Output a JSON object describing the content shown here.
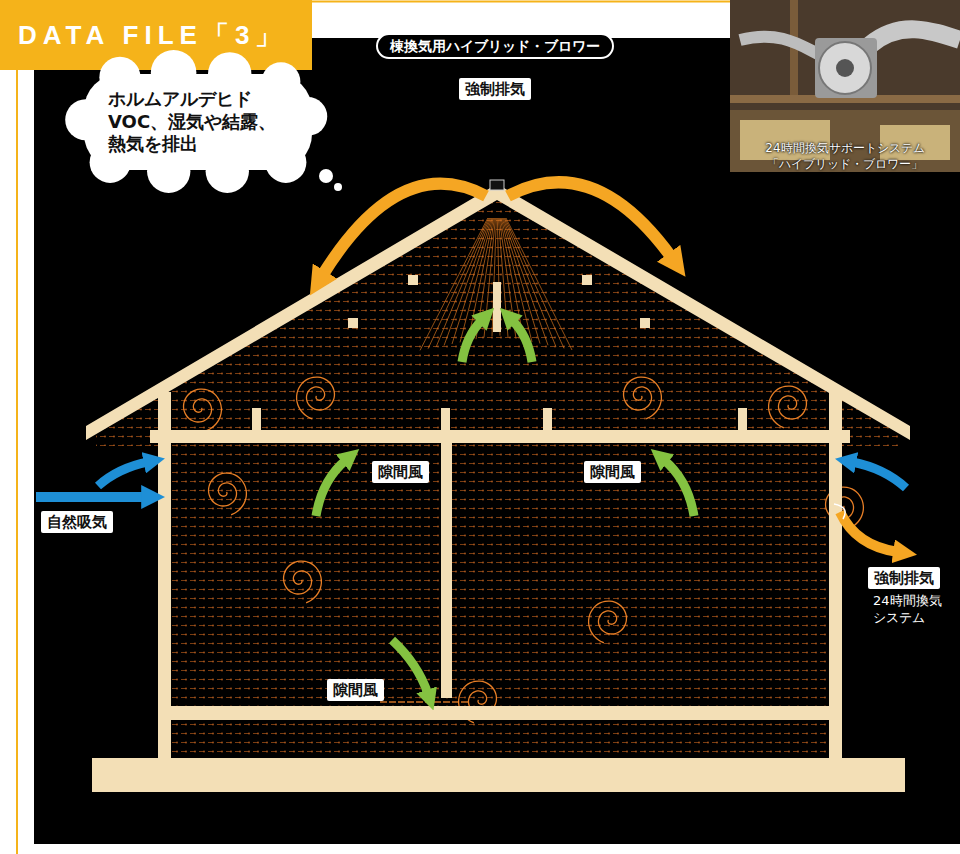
{
  "diagram": {
    "title": "DATA FILE「3」",
    "nodes": [
      {
        "text": [
          "ホルムアルデヒド VOC、湿気や結露、 熱気を排出"
        ]
      },
      {
        "text": [
          "棟換気用ハイブリッド・ブロワー"
        ]
      },
      {
        "text": [
          "強制排気"
        ]
      },
      {
        "text": [
          "隙間風"
        ]
      },
      {
        "text": [
          "隙間風"
        ]
      },
      {
        "text": [
          "自然吸気"
        ]
      },
      {
        "text": [
          "強制排気"
        ]
      },
      {
        "text": [
          "隙間風"
        ]
      }
    ],
    "labels": [
      "24時間換気サポートシステム「ハイブリッド・ブロワー」",
      "24時間換気 システム"
    ]
  }
}
